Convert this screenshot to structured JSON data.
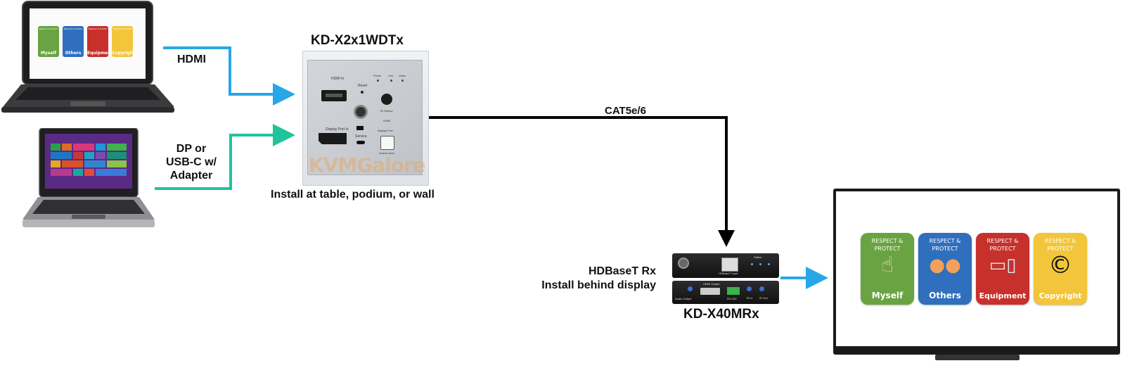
{
  "labels": {
    "hdmi": "HDMI",
    "dp_line1": "DP or",
    "dp_line2": "USB-C w/",
    "dp_line3": "Adapter",
    "tx_model": "KD-X2x1WDTx",
    "tx_caption": "Install at table, podium, or wall",
    "cat": "CAT5e/6",
    "rx_line1": "HDBaseT Rx",
    "rx_line2": "Install behind display",
    "rx_model": "KD-X40MRx",
    "watermark": "KVMGalore"
  },
  "faceplate": {
    "hdmi_in": "HDMI In",
    "dp_in": "Display Port In",
    "reset": "Reset",
    "power": "Power",
    "link": "Link",
    "video": "Video",
    "ir_sensor": "IR Sensor",
    "hdmi": "HDMI",
    "display_port": "Display Port",
    "source_auto": "Source Auto",
    "service": "Service"
  },
  "rx_unit": {
    "hdbaset_input": "HDBaseT Input",
    "hdmi_output": "HDMI Output",
    "rs232": "RS-232",
    "ir_in": "IR In",
    "ir_out": "IR Out",
    "audio_output": "Audio Output",
    "status": "Status"
  },
  "cards": [
    {
      "top": "Respect & Protect",
      "name": "Myself",
      "color": "#6aa342"
    },
    {
      "top": "Respect & Protect",
      "name": "Others",
      "color": "#2f6fbd"
    },
    {
      "top": "Respect & Protect",
      "name": "Equipment",
      "color": "#c7302b"
    },
    {
      "top": "Respect & Protect",
      "name": "Copyright",
      "color": "#f2c53a"
    }
  ],
  "colors": {
    "hdmi_line": "#27a7e6",
    "dp_line": "#1fc49a",
    "cat_line": "#000000",
    "output_line": "#27a7e6"
  }
}
